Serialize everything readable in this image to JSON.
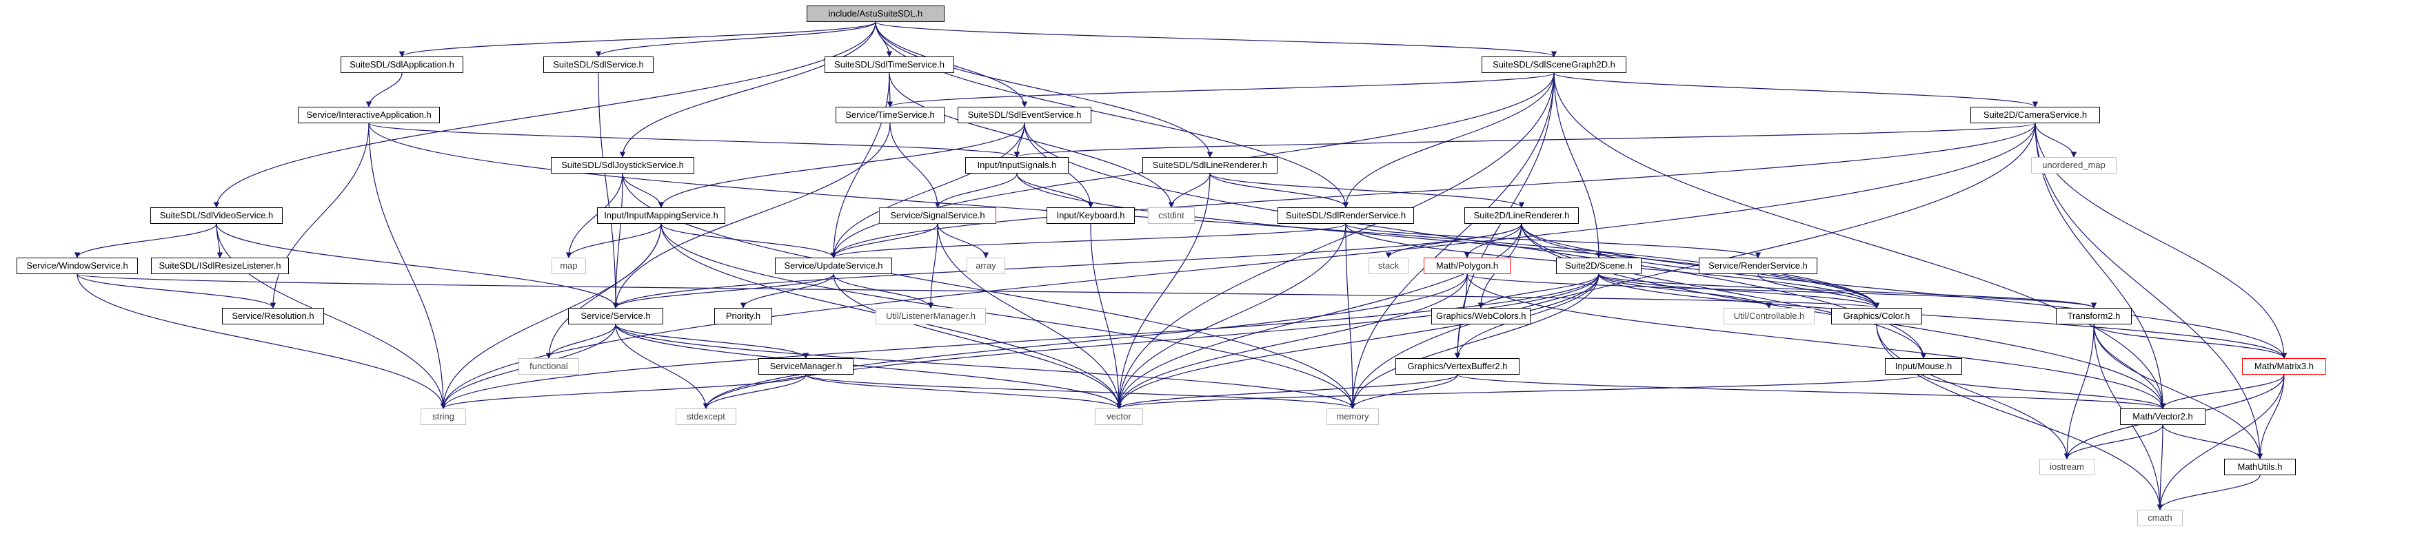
{
  "nodes": {
    "root": "include/AstuSuiteSDL.h",
    "sdl_app": "SuiteSDL/SdlApplication.h",
    "sdl_service": "SuiteSDL/SdlService.h",
    "sdl_time": "SuiteSDL/SdlTimeService.h",
    "scene_graph": "SuiteSDL/SdlSceneGraph2D.h",
    "interactive_app": "Service/InteractiveApplication.h",
    "time_service": "Service/TimeService.h",
    "sdl_event": "SuiteSDL/SdlEventService.h",
    "camera_service": "Suite2D/CameraService.h",
    "input_signals": "Input/InputSignals.h",
    "joystick": "SuiteSDL/SdlJoystickService.h",
    "line_renderer_sdl": "SuiteSDL/SdlLineRenderer.h",
    "unordered_map": "unordered_map",
    "video_service": "SuiteSDL/SdlVideoService.h",
    "input_mapping": "Input/InputMappingService.h",
    "signal_service": "Service/SignalService.h",
    "keyboard": "Input/Keyboard.h",
    "cstdint": "cstdint",
    "line_renderer": "Suite2D/LineRenderer.h",
    "render_service_sdl": "SuiteSDL/SdlRenderService.h",
    "window_service": "Service/WindowService.h",
    "resize_listener": "SuiteSDL/ISdlResizeListener.h",
    "map": "map",
    "update_service": "Service/UpdateService.h",
    "array": "array",
    "stack": "stack",
    "polygon": "Math/Polygon.h",
    "scene": "Suite2D/Scene.h",
    "render_service": "Service/RenderService.h",
    "resolution": "Service/Resolution.h",
    "service": "Service/Service.h",
    "priority": "Priority.h",
    "listener_manager": "Util/ListenerManager.h",
    "webcolors": "Graphics/WebColors.h",
    "controllable": "Util/Controllable.h",
    "color": "Graphics/Color.h",
    "transform2": "Transform2.h",
    "functional": "functional",
    "service_manager": "ServiceManager.h",
    "vertex_buffer": "Graphics/VertexBuffer2.h",
    "mouse": "Input/Mouse.h",
    "matrix3": "Math/Matrix3.h",
    "string": "string",
    "stdexcept": "stdexcept",
    "vector": "vector",
    "memory": "memory",
    "vector2": "Math/Vector2.h",
    "iostream": "iostream",
    "mathutils": "MathUtils.h",
    "cmath": "cmath"
  },
  "edges": [
    [
      "root",
      "sdl_app"
    ],
    [
      "root",
      "sdl_service"
    ],
    [
      "root",
      "sdl_time"
    ],
    [
      "root",
      "scene_graph"
    ],
    [
      "root",
      "video_service"
    ],
    [
      "root",
      "joystick"
    ],
    [
      "root",
      "sdl_event"
    ],
    [
      "root",
      "line_renderer_sdl"
    ],
    [
      "root",
      "render_service_sdl"
    ],
    [
      "sdl_app",
      "interactive_app"
    ],
    [
      "sdl_service",
      "service"
    ],
    [
      "sdl_time",
      "time_service"
    ],
    [
      "sdl_time",
      "update_service"
    ],
    [
      "sdl_time",
      "cstdint"
    ],
    [
      "scene_graph",
      "camera_service"
    ],
    [
      "scene_graph",
      "scene"
    ],
    [
      "scene_graph",
      "render_service_sdl"
    ],
    [
      "scene_graph",
      "vertex_buffer"
    ],
    [
      "scene_graph",
      "update_service"
    ],
    [
      "scene_graph",
      "memory"
    ],
    [
      "scene_graph",
      "vector2"
    ],
    [
      "scene_graph",
      "vector"
    ],
    [
      "scene_graph",
      "time_service"
    ],
    [
      "interactive_app",
      "input_signals"
    ],
    [
      "interactive_app",
      "resolution"
    ],
    [
      "interactive_app",
      "string"
    ],
    [
      "interactive_app",
      "color"
    ],
    [
      "time_service",
      "signal_service"
    ],
    [
      "time_service",
      "service"
    ],
    [
      "sdl_event",
      "input_signals"
    ],
    [
      "sdl_event",
      "keyboard"
    ],
    [
      "sdl_event",
      "update_service"
    ],
    [
      "sdl_event",
      "input_mapping"
    ],
    [
      "sdl_event",
      "mouse"
    ],
    [
      "camera_service",
      "input_signals"
    ],
    [
      "camera_service",
      "unordered_map"
    ],
    [
      "camera_service",
      "matrix3"
    ],
    [
      "camera_service",
      "vector2"
    ],
    [
      "camera_service",
      "mathutils"
    ],
    [
      "camera_service",
      "memory"
    ],
    [
      "camera_service",
      "string"
    ],
    [
      "camera_service",
      "update_service"
    ],
    [
      "input_signals",
      "signal_service"
    ],
    [
      "input_signals",
      "keyboard"
    ],
    [
      "input_signals",
      "color"
    ],
    [
      "joystick",
      "input_mapping"
    ],
    [
      "joystick",
      "service"
    ],
    [
      "joystick",
      "map"
    ],
    [
      "joystick",
      "memory"
    ],
    [
      "line_renderer_sdl",
      "line_renderer"
    ],
    [
      "line_renderer_sdl",
      "render_service_sdl"
    ],
    [
      "line_renderer_sdl",
      "cstdint"
    ],
    [
      "line_renderer_sdl",
      "vector"
    ],
    [
      "video_service",
      "window_service"
    ],
    [
      "video_service",
      "resize_listener"
    ],
    [
      "video_service",
      "service"
    ],
    [
      "video_service",
      "string"
    ],
    [
      "input_mapping",
      "update_service"
    ],
    [
      "input_mapping",
      "map"
    ],
    [
      "input_mapping",
      "string"
    ],
    [
      "input_mapping",
      "functional"
    ],
    [
      "input_mapping",
      "vector"
    ],
    [
      "input_mapping",
      "memory"
    ],
    [
      "signal_service",
      "update_service"
    ],
    [
      "signal_service",
      "array"
    ],
    [
      "signal_service",
      "listener_manager"
    ],
    [
      "signal_service",
      "vector"
    ],
    [
      "keyboard",
      "vector"
    ],
    [
      "line_renderer",
      "polygon"
    ],
    [
      "line_renderer",
      "stack"
    ],
    [
      "line_renderer",
      "color"
    ],
    [
      "line_renderer",
      "matrix3"
    ],
    [
      "line_renderer",
      "vector2"
    ],
    [
      "line_renderer",
      "vector"
    ],
    [
      "line_renderer",
      "webcolors"
    ],
    [
      "line_renderer",
      "service"
    ],
    [
      "line_renderer",
      "mouse"
    ],
    [
      "render_service_sdl",
      "render_service"
    ],
    [
      "render_service_sdl",
      "update_service"
    ],
    [
      "render_service_sdl",
      "color"
    ],
    [
      "render_service_sdl",
      "vector"
    ],
    [
      "render_service_sdl",
      "memory"
    ],
    [
      "window_service",
      "resolution"
    ],
    [
      "window_service",
      "string"
    ],
    [
      "window_service",
      "color"
    ],
    [
      "update_service",
      "service"
    ],
    [
      "update_service",
      "priority"
    ],
    [
      "update_service",
      "listener_manager"
    ],
    [
      "update_service",
      "vector"
    ],
    [
      "polygon",
      "vertex_buffer"
    ],
    [
      "polygon",
      "vector2"
    ],
    [
      "polygon",
      "vector"
    ],
    [
      "polygon",
      "stdexcept"
    ],
    [
      "polygon",
      "transform2"
    ],
    [
      "scene",
      "transform2"
    ],
    [
      "scene",
      "color"
    ],
    [
      "scene",
      "controllable"
    ],
    [
      "scene",
      "vertex_buffer"
    ],
    [
      "scene",
      "matrix3"
    ],
    [
      "scene",
      "vector"
    ],
    [
      "scene",
      "memory"
    ],
    [
      "scene",
      "string"
    ],
    [
      "scene",
      "stdexcept"
    ],
    [
      "scene",
      "webcolors"
    ],
    [
      "render_service",
      "color"
    ],
    [
      "service",
      "service_manager"
    ],
    [
      "service",
      "functional"
    ],
    [
      "service",
      "string"
    ],
    [
      "service",
      "stdexcept"
    ],
    [
      "service",
      "vector"
    ],
    [
      "service",
      "memory"
    ],
    [
      "color",
      "iostream"
    ],
    [
      "color",
      "cmath"
    ],
    [
      "transform2",
      "matrix3"
    ],
    [
      "transform2",
      "vector2"
    ],
    [
      "transform2",
      "iostream"
    ],
    [
      "transform2",
      "cmath"
    ],
    [
      "transform2",
      "mathutils"
    ],
    [
      "service_manager",
      "string"
    ],
    [
      "service_manager",
      "stdexcept"
    ],
    [
      "service_manager",
      "vector"
    ],
    [
      "service_manager",
      "memory"
    ],
    [
      "vertex_buffer",
      "vector2"
    ],
    [
      "vertex_buffer",
      "vector"
    ],
    [
      "vertex_buffer",
      "memory"
    ],
    [
      "mouse",
      "vector2"
    ],
    [
      "mouse",
      "vector"
    ],
    [
      "matrix3",
      "vector2"
    ],
    [
      "matrix3",
      "mathutils"
    ],
    [
      "matrix3",
      "iostream"
    ],
    [
      "matrix3",
      "cmath"
    ],
    [
      "vector2",
      "mathutils"
    ],
    [
      "vector2",
      "iostream"
    ],
    [
      "vector2",
      "cmath"
    ],
    [
      "mathutils",
      "cmath"
    ]
  ],
  "colors": {
    "edge": "#191970",
    "node_border": "#000000",
    "root_fill": "#bfbfbf",
    "system_border": "#bfbfbf",
    "incomplete_border": "#ff0000"
  }
}
